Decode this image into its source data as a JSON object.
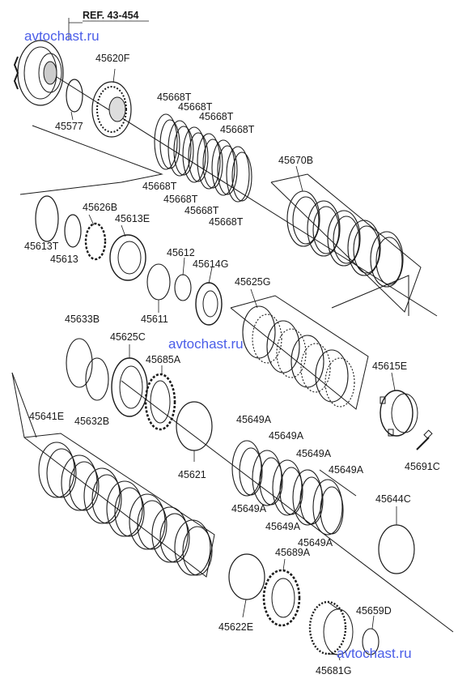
{
  "watermarks": [
    "avtochast.ru",
    "avtochast.ru",
    "avtochast.ru"
  ],
  "reference": "REF. 43-454",
  "labels": {
    "p45620F": "45620F",
    "p45577": "45577",
    "t1": "45668T",
    "t2": "45668T",
    "t3": "45668T",
    "t4": "45668T",
    "t5": "45668T",
    "t6": "45668T",
    "t7": "45668T",
    "t8": "45668T",
    "p45670B": "45670B",
    "p45626B": "45626B",
    "p45613E": "45613E",
    "p45613T": "45613T",
    "p45613": "45613",
    "p45612": "45612",
    "p45614G": "45614G",
    "p45611": "45611",
    "p45625G": "45625G",
    "p45633B": "45633B",
    "p45625C": "45625C",
    "p45685A": "45685A",
    "p45632B": "45632B",
    "p45615E": "45615E",
    "p45641E": "45641E",
    "p45621": "45621",
    "a1": "45649A",
    "a2": "45649A",
    "a3": "45649A",
    "a4": "45649A",
    "a5": "45649A",
    "a6": "45649A",
    "a7": "45649A",
    "p45691C": "45691C",
    "p45644C": "45644C",
    "p45689A": "45689A",
    "p45622E": "45622E",
    "p45659D": "45659D",
    "p45681G": "45681G"
  },
  "colors": {
    "line": "#1a1a1a",
    "watermark": "#4a5de8",
    "background": "#ffffff"
  }
}
